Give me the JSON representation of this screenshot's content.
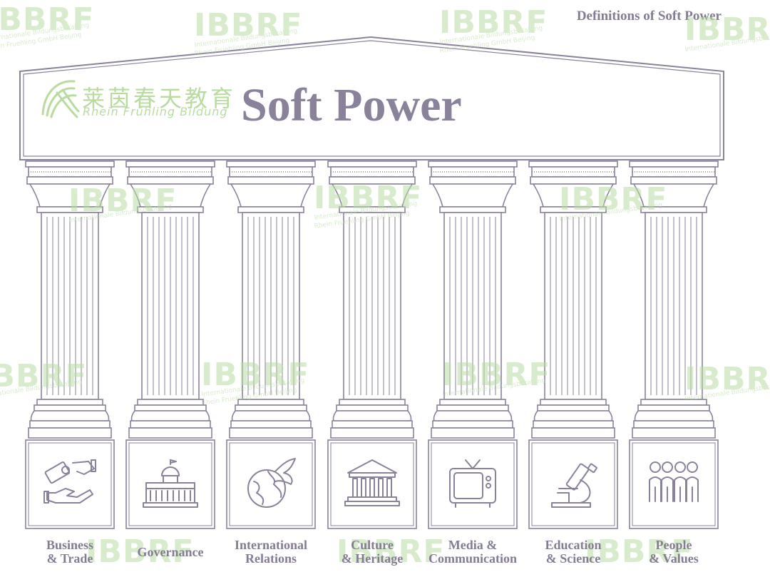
{
  "corner_title": "Definitions of Soft Power",
  "main_title": "Soft Power",
  "logo": {
    "chinese": "莱茵春天教育",
    "german": "Rhein Frühling Bildung"
  },
  "watermark": {
    "brand": "IBBRF",
    "line1": "Internationale Bildungsberatung",
    "line2": "Rhein Fruehling GmbH Beijing"
  },
  "pillars": [
    {
      "label_line1": "Business",
      "label_line2": "& Trade",
      "icon": "handshake-money-icon"
    },
    {
      "label_line1": "Governance",
      "label_line2": "",
      "icon": "capitol-building-icon"
    },
    {
      "label_line1": "International",
      "label_line2": "Relations",
      "icon": "globe-dove-icon"
    },
    {
      "label_line1": "Culture",
      "label_line2": "& Heritage",
      "icon": "museum-icon"
    },
    {
      "label_line1": "Media &",
      "label_line2": "Communication",
      "icon": "television-icon"
    },
    {
      "label_line1": "Education",
      "label_line2": "& Science",
      "icon": "microscope-icon"
    },
    {
      "label_line1": "People",
      "label_line2": "& Values",
      "icon": "people-group-icon"
    }
  ],
  "colors": {
    "stroke": "#8a819b",
    "title": "#8a819b",
    "label": "#847c93",
    "watermark": "#b9dca3"
  }
}
